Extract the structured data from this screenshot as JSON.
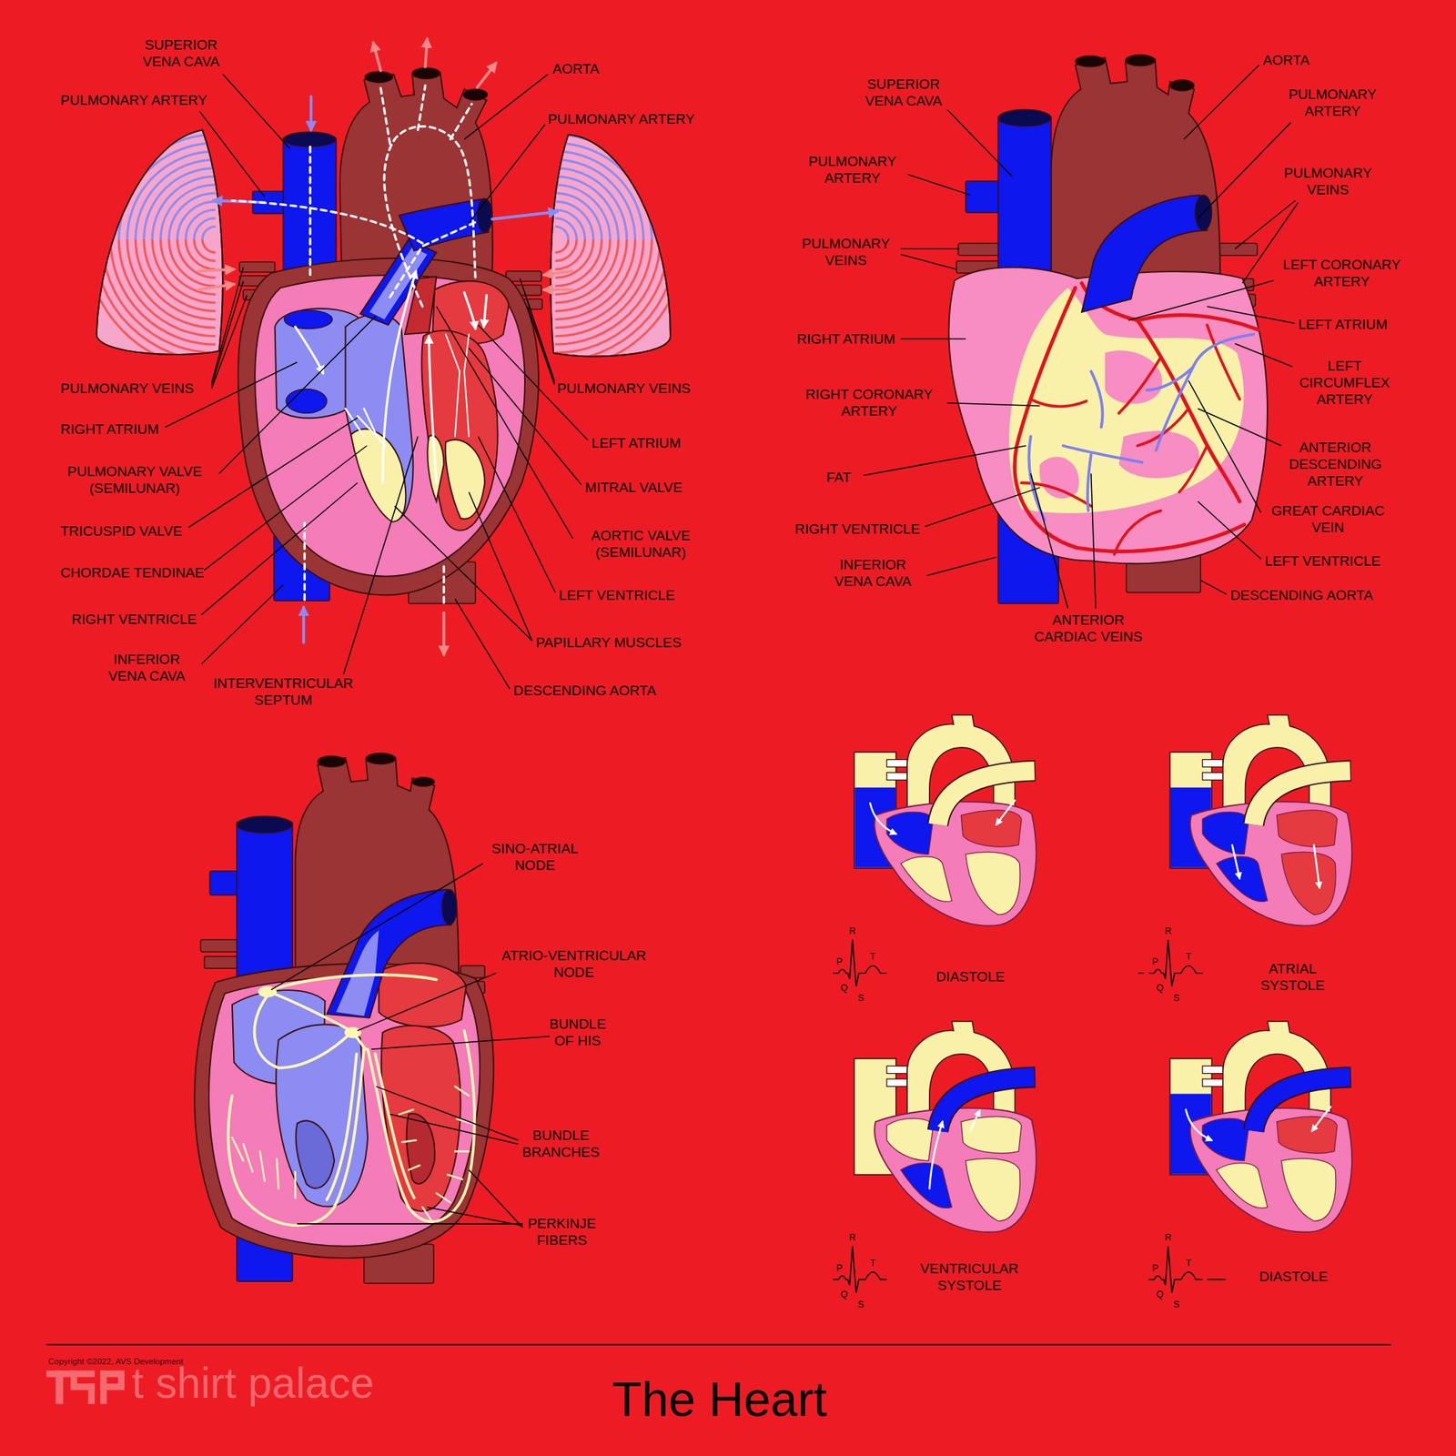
{
  "diagram": {
    "title": "The Heart",
    "labels": [
      "SUPERIOR VENA CAVA",
      "PULMONARY ARTERY",
      "AORTA",
      "PULMONARY ARTERY",
      "PULMONARY VEINS",
      "PULMONARY VEINS",
      "RIGHT ATRIUM",
      "LEFT ATRIUM",
      "PULMONARY VALVE (SEMILUNAR)",
      "MITRAL VALVE",
      "TRICUSPID VALVE",
      "AORTIC VALVE (SEMILUNAR)",
      "CHORDAE TENDINAE",
      "LEFT VENTRICLE",
      "RIGHT VENTRICLE",
      "PAPILLARY MUSCLES",
      "INFERIOR VENA CAVA",
      "INTERVENTRICULAR SEPTUM",
      "DESCENDING AORTA",
      "AORTA",
      "SUPERIOR VENA CAVA",
      "PULMONARY ARTERY",
      "PULMONARY ARTERY",
      "PULMONARY VEINS",
      "PULMONARY VEINS",
      "LEFT CORONARY ARTERY",
      "LEFT ATRIUM",
      "RIGHT ATRIUM",
      "LEFT CIRCUMFLEX ARTERY",
      "RIGHT CORONARY ARTERY",
      "ANTERIOR DESCENDING ARTERY",
      "FAT",
      "GREAT CARDIAC VEIN",
      "RIGHT VENTRICLE",
      "LEFT VENTRICLE",
      "INFERIOR VENA CAVA",
      "DESCENDING AORTA",
      "ANTERIOR CARDIAC VEINS",
      "SINO-ATRIAL NODE",
      "ATRIO-VENTRICULAR NODE",
      "BUNDLE OF HIS",
      "BUNDLE BRANCHES",
      "PERKINJE FIBERS",
      "R",
      "P",
      "T",
      "Q",
      "S",
      "DIASTOLE",
      "R",
      "P",
      "T",
      "Q",
      "S",
      "ATRIAL SYSTOLE",
      "R",
      "P",
      "T",
      "Q",
      "S",
      "VENTRICULAR SYSTOLE",
      "R",
      "P",
      "T",
      "Q",
      "S",
      "DIASTOLE",
      "Copyright ©2022, AVS Development",
      "t shirt palace"
    ]
  }
}
